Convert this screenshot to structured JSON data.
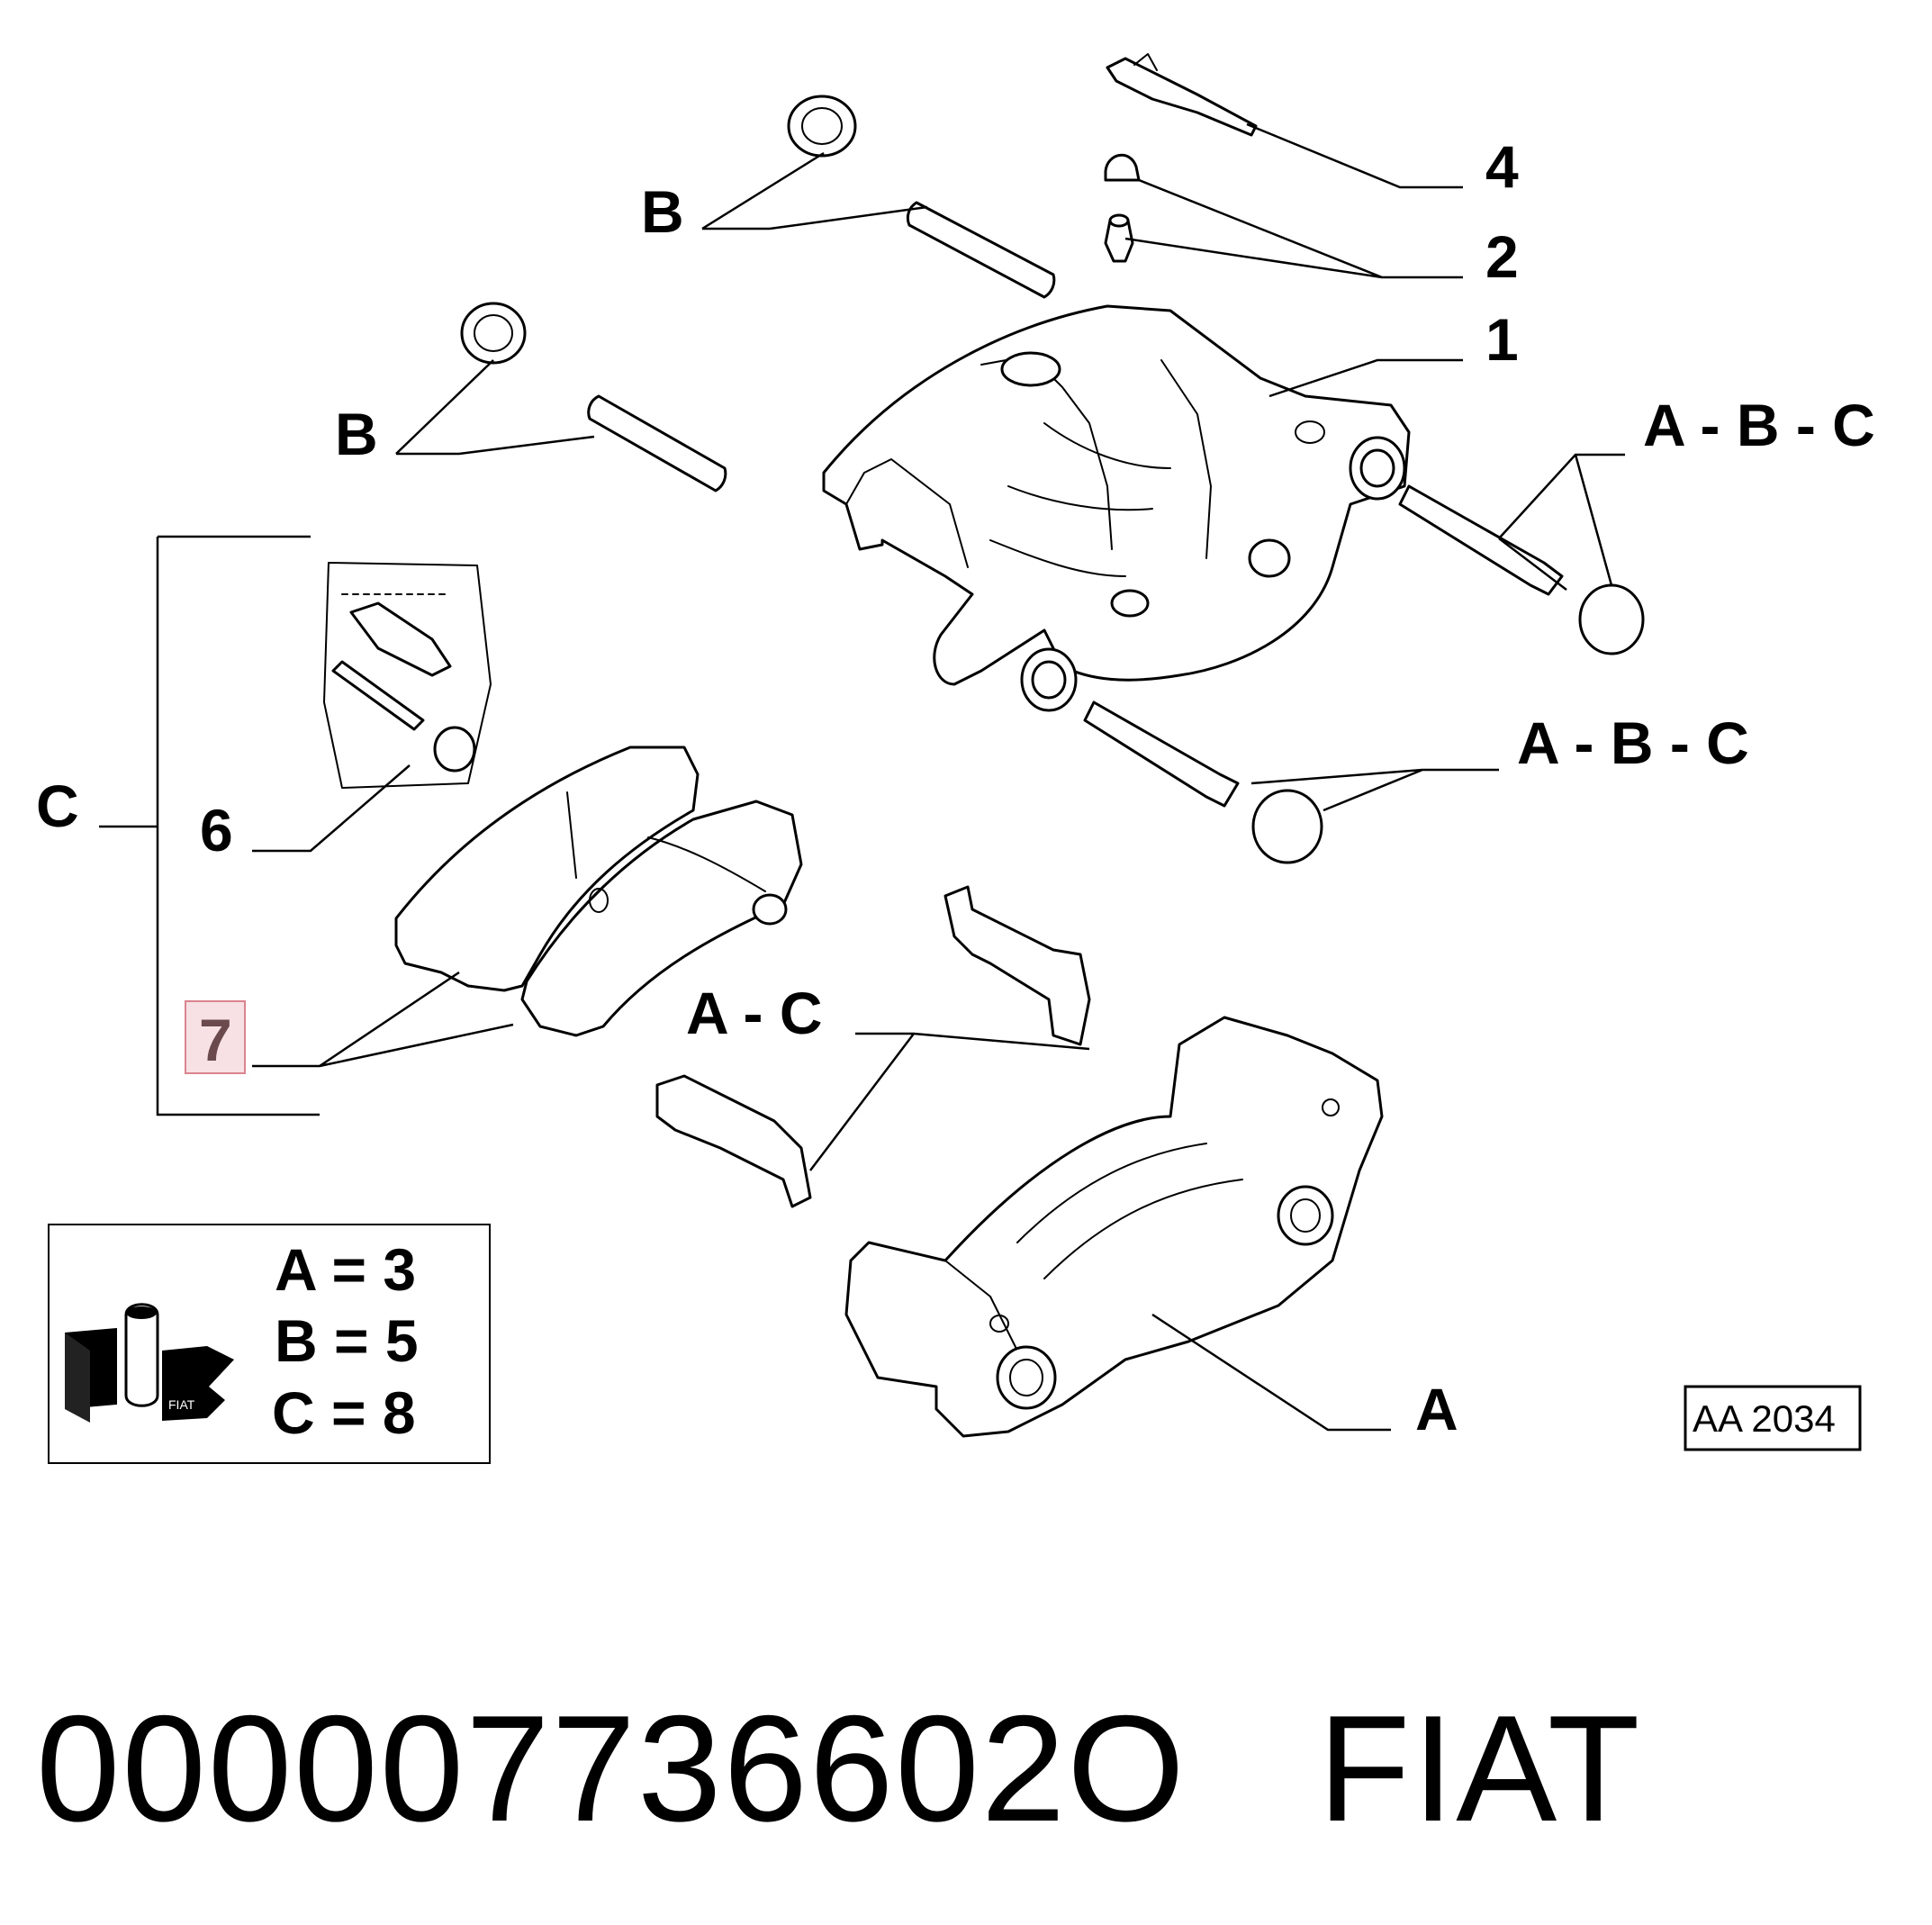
{
  "callouts": {
    "part_1": "1",
    "part_2": "2",
    "part_4": "4",
    "part_6": "6",
    "part_7": "7",
    "guide_pin_upper": "B",
    "guide_pin_lower": "B",
    "bolt_upper": "A - B - C",
    "bolt_lower": "A - B - C",
    "clips": "A - C",
    "bracket": "A",
    "bracket_group": "C"
  },
  "legend": {
    "line_a": "A = 3",
    "line_b": "B = 5",
    "line_c": "C = 8",
    "kit_icon_label": "FIAT"
  },
  "reference_code": "AA 2034",
  "footer": {
    "part_number": "000007736602O",
    "brand": "FIAT"
  },
  "colors": {
    "highlight_fill": "#f7e1e5",
    "highlight_border": "#d9848f",
    "ink": "#000000"
  }
}
